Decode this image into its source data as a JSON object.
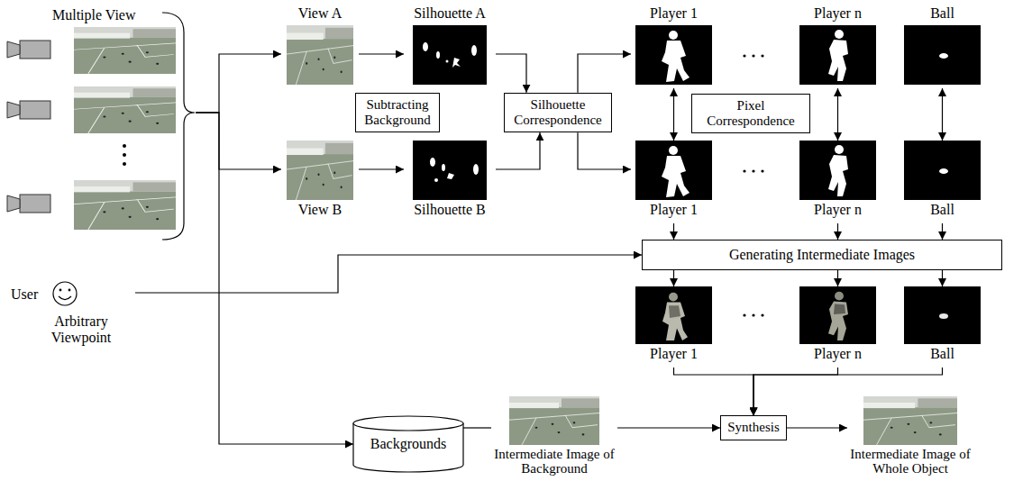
{
  "diagram": {
    "nodes": [
      {
        "text": [
          "Multiple View"
        ]
      },
      {
        "text": [
          "View A"
        ]
      },
      {
        "text": [
          "Silhouette A"
        ]
      },
      {
        "text": [
          "Player 1"
        ]
      },
      {
        "text": [
          "Player n"
        ]
      },
      {
        "text": [
          "Ball"
        ]
      },
      {
        "text": [
          "Subtracting Background"
        ]
      },
      {
        "text": [
          "Silhouette Correspondence"
        ]
      },
      {
        "text": [
          "Pixel Correspondence"
        ]
      },
      {
        "text": [
          "View B"
        ]
      },
      {
        "text": [
          "Silhouette B"
        ]
      },
      {
        "text": [
          "Player 1"
        ]
      },
      {
        "text": [
          "Player n"
        ]
      },
      {
        "text": [
          "Ball"
        ]
      },
      {
        "text": [
          "User",
          "Arbitrary Viewpoint"
        ]
      },
      {
        "text": [
          "Generating Intermediate Images"
        ]
      },
      {
        "text": [
          "Player 1"
        ]
      },
      {
        "text": [
          "Player n"
        ]
      },
      {
        "text": [
          "Ball"
        ]
      },
      {
        "text": [
          "Backgrounds"
        ]
      },
      {
        "text": [
          "Intermediate Image of Background"
        ]
      },
      {
        "text": [
          "Synthesis"
        ]
      },
      {
        "text": [
          "Intermediate Image of Whole Object"
        ]
      }
    ],
    "edges": [
      {
        "from": 0,
        "to": 1,
        "arrow": "to"
      },
      {
        "from": 0,
        "to": 9,
        "arrow": "to"
      },
      {
        "from": 0,
        "to": 19,
        "arrow": "to"
      },
      {
        "from": 1,
        "to": 2,
        "arrow": "to"
      },
      {
        "from": 9,
        "to": 10,
        "arrow": "to"
      },
      {
        "from": 2,
        "to": 7,
        "arrow": "to"
      },
      {
        "from": 10,
        "to": 7,
        "arrow": "to"
      },
      {
        "from": 7,
        "to": 3,
        "arrow": "to"
      },
      {
        "from": 7,
        "to": 11,
        "arrow": "to"
      },
      {
        "from": 3,
        "to": 11,
        "arrow": "both"
      },
      {
        "from": 4,
        "to": 12,
        "arrow": "both"
      },
      {
        "from": 5,
        "to": 13,
        "arrow": "both"
      },
      {
        "from": 11,
        "to": 15,
        "arrow": "to"
      },
      {
        "from": 12,
        "to": 15,
        "arrow": "to"
      },
      {
        "from": 13,
        "to": 15,
        "arrow": "to"
      },
      {
        "from": 14,
        "to": 15,
        "arrow": "to"
      },
      {
        "from": 15,
        "to": 16,
        "arrow": "to"
      },
      {
        "from": 15,
        "to": 17,
        "arrow": "to"
      },
      {
        "from": 15,
        "to": 18,
        "arrow": "to"
      },
      {
        "from": 16,
        "to": 21,
        "arrow": "to"
      },
      {
        "from": 17,
        "to": 21,
        "arrow": "to"
      },
      {
        "from": 18,
        "to": 21,
        "arrow": "to"
      },
      {
        "from": 19,
        "to": 20,
        "arrow": "none"
      },
      {
        "from": 20,
        "to": 21,
        "arrow": "to"
      },
      {
        "from": 21,
        "to": 22,
        "arrow": "to"
      }
    ]
  }
}
